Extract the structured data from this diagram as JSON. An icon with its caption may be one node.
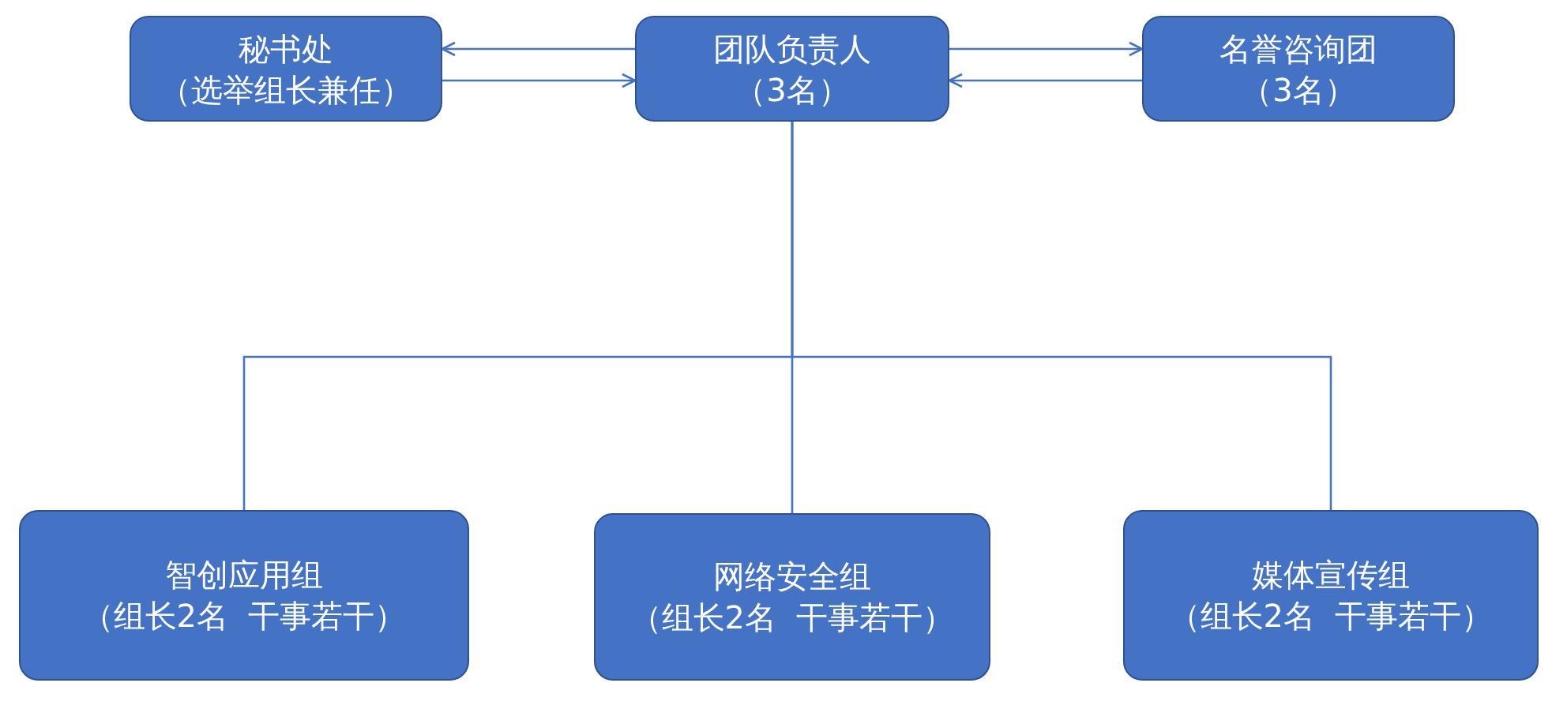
{
  "diagram": {
    "nodes": [
      {
        "text": [
          "秘书处",
          "（选举组长兼任）"
        ]
      },
      {
        "text": [
          "团队负责人",
          "（3名）"
        ]
      },
      {
        "text": [
          "名誉咨询团",
          "（3名）"
        ]
      },
      {
        "text": [
          "智创应用组",
          "（组长2名  干事若干）"
        ]
      },
      {
        "text": [
          "网络安全组",
          "（组长2名  干事若干）"
        ]
      },
      {
        "text": [
          "媒体宣传组",
          "（组长2名  干事若干）"
        ]
      }
    ],
    "edges": [
      {
        "from": 1,
        "to": 0,
        "arrow": "to"
      },
      {
        "from": 0,
        "to": 1,
        "arrow": "to"
      },
      {
        "from": 1,
        "to": 2,
        "arrow": "to"
      },
      {
        "from": 2,
        "to": 1,
        "arrow": "to"
      },
      {
        "from": 1,
        "to": 3,
        "arrow": "none"
      },
      {
        "from": 1,
        "to": 4,
        "arrow": "none"
      },
      {
        "from": 1,
        "to": 5,
        "arrow": "none"
      }
    ]
  }
}
